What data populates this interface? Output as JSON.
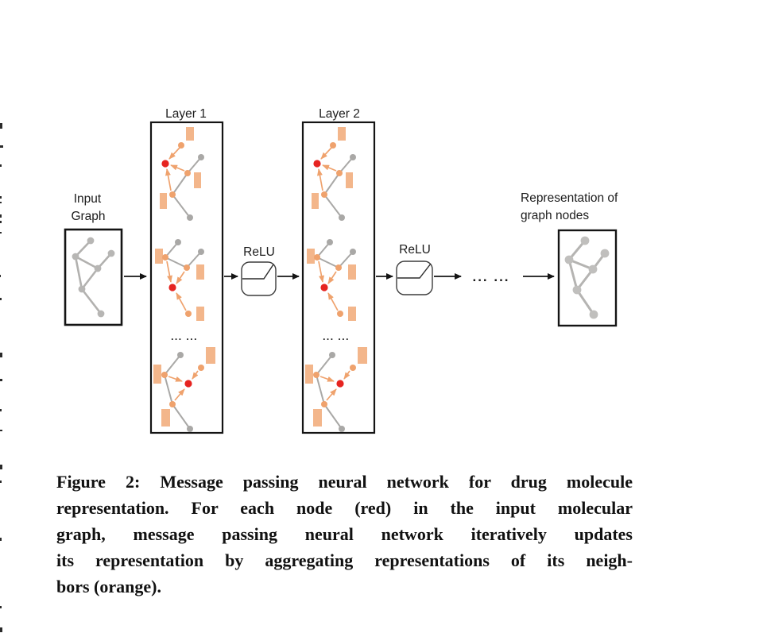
{
  "diagram": {
    "input_label_line1": "Input",
    "input_label_line2": "Graph",
    "layer1_label": "Layer 1",
    "layer2_label": "Layer 2",
    "relu1_label": "ReLU",
    "relu2_label": "ReLU",
    "output_label_line1": "Representation of",
    "output_label_line2": "graph nodes",
    "layer1_ellipsis": "... ...",
    "layer2_ellipsis": "... ...",
    "chain_ellipsis": "... ...",
    "colors": {
      "target_node_red": "#e62420",
      "neighbor_orange": "#efa26d",
      "feature_rect_orange": "#f3b68b",
      "graph_gray": "#aeadab",
      "outline_black": "#141414"
    }
  },
  "caption": {
    "lines": [
      "Figure 2: Message passing neural network for drug molecule",
      "representation. For each node (red) in the input molecular",
      "graph, message passing neural network iteratively updates",
      "its representation by aggregating representations of its neigh-",
      "bors (orange)."
    ]
  }
}
